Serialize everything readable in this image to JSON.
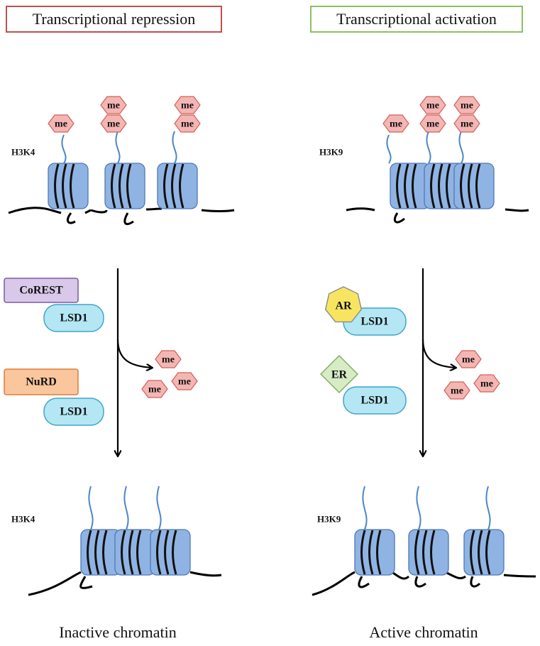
{
  "headers": {
    "left": "Transcriptional repression",
    "right": "Transcriptional activation",
    "left_border": "#c0504d",
    "right_border": "#8cc063"
  },
  "footers": {
    "left": "Inactive chromatin",
    "right": "Active chromatin"
  },
  "histone_labels": {
    "top_left": "H3K4",
    "top_right": "H3K9",
    "bottom_left": "H3K4",
    "bottom_right": "H3K9"
  },
  "me_label": "me",
  "complexes": {
    "corest": "CoREST",
    "nurd": "NuRD",
    "lsd1": "LSD1",
    "ar": "AR",
    "er": "ER"
  },
  "colors": {
    "nucleosome": "#8fb4e3",
    "nucleosome_stroke": "#4f78b8",
    "me_fill": "#f4b6b3",
    "me_stroke": "#d0605c",
    "tail": "#4a86c8",
    "lsd1_fill": "#b4e6f4",
    "lsd1_stroke": "#3fa6c8",
    "corest_fill": "#d9c8ea",
    "corest_stroke": "#7a5ba8",
    "nurd_fill": "#f9c69d",
    "nurd_stroke": "#e07b39",
    "ar_fill": "#f7e562",
    "ar_stroke": "#8a8a8a",
    "er_fill": "#d7ebc5",
    "er_stroke": "#7ab05a"
  }
}
